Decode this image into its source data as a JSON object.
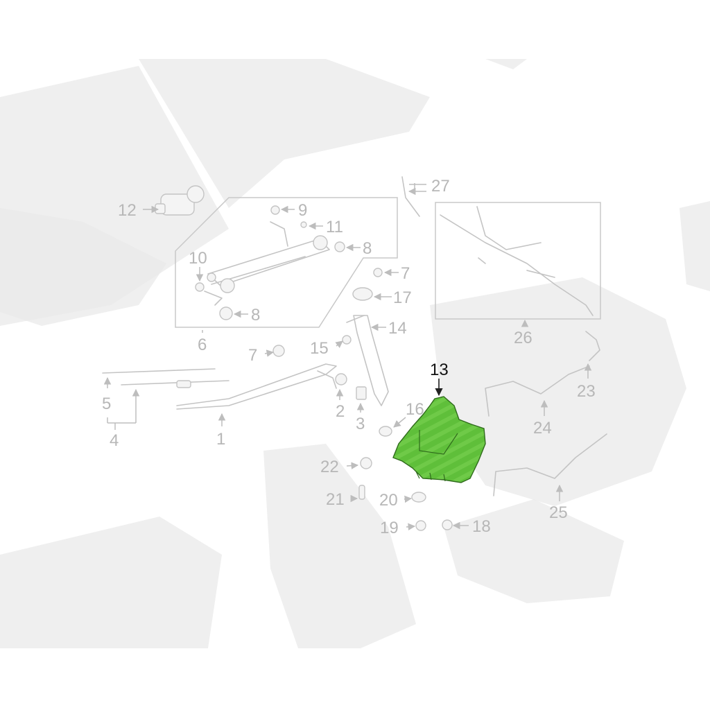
{
  "diagram": {
    "highlight_color": "#5fbf3a",
    "label_color": "#b7b7b7",
    "highlight_label_color": "#111111",
    "callouts": [
      {
        "id": "1",
        "text": "1"
      },
      {
        "id": "2",
        "text": "2"
      },
      {
        "id": "3",
        "text": "3"
      },
      {
        "id": "4",
        "text": "4"
      },
      {
        "id": "5",
        "text": "5"
      },
      {
        "id": "6",
        "text": "6"
      },
      {
        "id": "7a",
        "text": "7"
      },
      {
        "id": "7b",
        "text": "7"
      },
      {
        "id": "8a",
        "text": "8"
      },
      {
        "id": "8b",
        "text": "8"
      },
      {
        "id": "9",
        "text": "9"
      },
      {
        "id": "10",
        "text": "10"
      },
      {
        "id": "11",
        "text": "11"
      },
      {
        "id": "12",
        "text": "12"
      },
      {
        "id": "13",
        "text": "13"
      },
      {
        "id": "14",
        "text": "14"
      },
      {
        "id": "15",
        "text": "15"
      },
      {
        "id": "16",
        "text": "16"
      },
      {
        "id": "17",
        "text": "17"
      },
      {
        "id": "18",
        "text": "18"
      },
      {
        "id": "19",
        "text": "19"
      },
      {
        "id": "20",
        "text": "20"
      },
      {
        "id": "21",
        "text": "21"
      },
      {
        "id": "22",
        "text": "22"
      },
      {
        "id": "23",
        "text": "23"
      },
      {
        "id": "24",
        "text": "24"
      },
      {
        "id": "25",
        "text": "25"
      },
      {
        "id": "26",
        "text": "26"
      },
      {
        "id": "27",
        "text": "27"
      }
    ]
  }
}
